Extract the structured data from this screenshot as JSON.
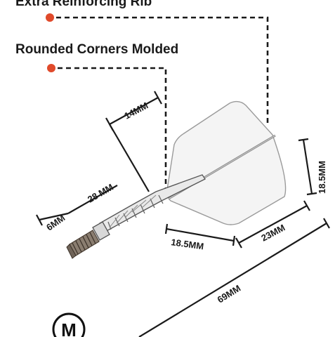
{
  "callouts": {
    "reinforcing_rib": "Extra Reinforcing Rib",
    "rounded_corners": "Rounded Corners Molded"
  },
  "dimensions": {
    "flight_width_top": "14MM",
    "shaft_length": "28 MM",
    "thread_length": "6MM",
    "flight_height": "18.5MM",
    "flight_base": "18.5MM",
    "flight_length": "23MM",
    "overall_length": "69MM"
  },
  "logo": {
    "letter": "M"
  },
  "colors": {
    "callout_dot": "#e04a2b",
    "line": "#1a1a1a",
    "thread_metal": "#8a7d70"
  }
}
